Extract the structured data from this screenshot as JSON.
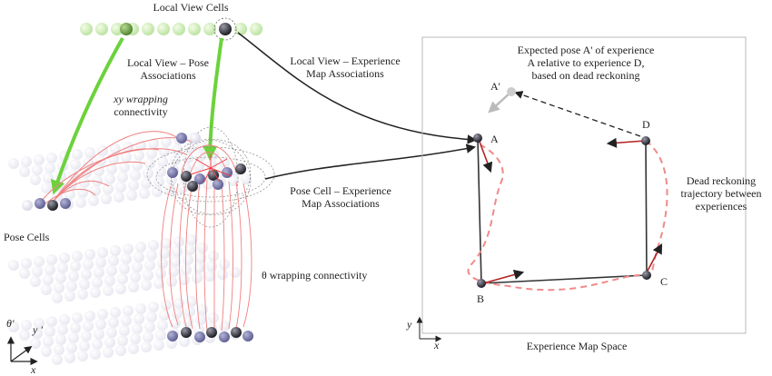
{
  "labels": {
    "local_view_cells": "Local View Cells",
    "lv_pose_assoc_1": "Local View – Pose",
    "lv_pose_assoc_2": "Associations",
    "xy_wrap_1": "xy wrapping",
    "xy_wrap_2": "connectivity",
    "lv_exp_assoc_1": "Local View – Experience",
    "lv_exp_assoc_2": "Map Associations",
    "pose_cells": "Pose Cells",
    "pose_exp_assoc_1": "Pose Cell – Experience",
    "pose_exp_assoc_2": "Map Associations",
    "theta_wrap": "θ wrapping connectivity",
    "expected_pose_1": "Expected pose A' of experience",
    "expected_pose_2": "A relative to experience D,",
    "expected_pose_3": "based on dead reckoning",
    "dead_reckoning_1": "Dead reckoning",
    "dead_reckoning_2": "trajectory between",
    "dead_reckoning_3": "experiences",
    "experience_map_space": "Experience Map Space",
    "node_a": "A",
    "node_a_prime": "A'",
    "node_b": "B",
    "node_c": "C",
    "node_d": "D",
    "axis_theta": "θ'",
    "axis_y_prime": "y '",
    "axis_x": "x",
    "map_axis_y": "y",
    "map_axis_x": "x"
  },
  "colors": {
    "green_arrow": "#6cd23c",
    "local_view_cell": "#c6eab0",
    "pose_cell": "#dcdcee",
    "active_cell": "#4a4a5e",
    "wrap_link": "#f08080",
    "dead_reckoning": "#f08a8a",
    "map_edge": "#333333"
  }
}
